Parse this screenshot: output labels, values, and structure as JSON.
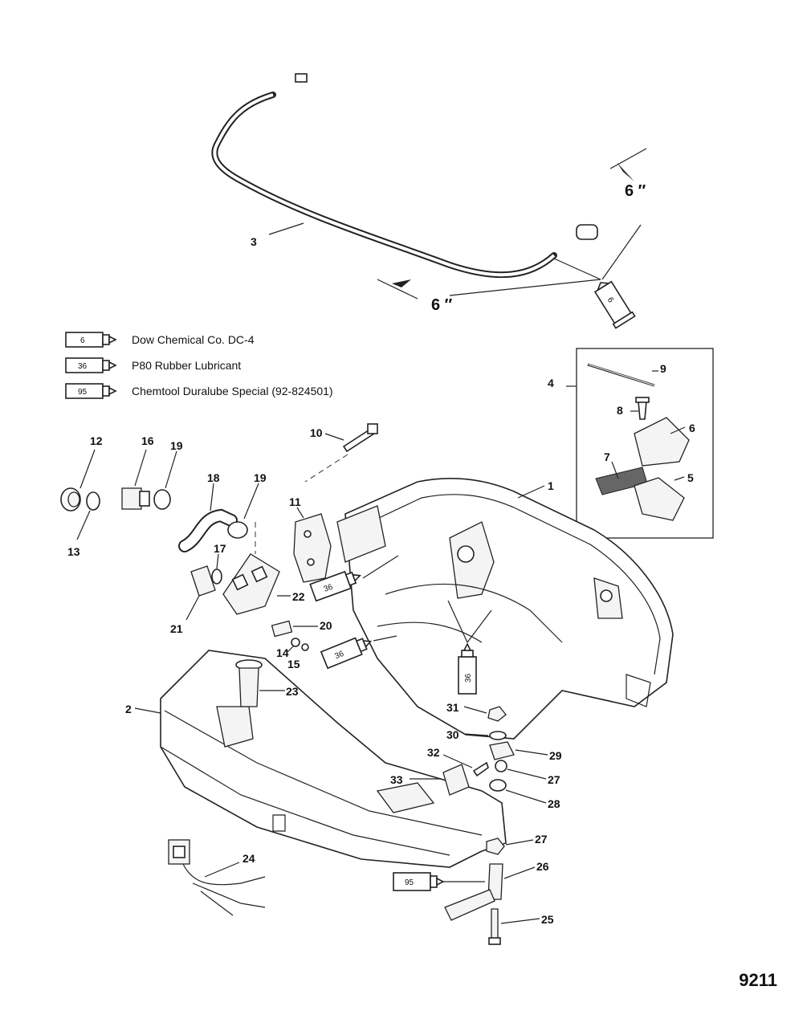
{
  "legend": [
    {
      "code": "6",
      "text": "Dow Chemical Co. DC-4"
    },
    {
      "code": "36",
      "text": "P80 Rubber Lubricant"
    },
    {
      "code": "95",
      "text": "Chemtool Duralube Special (92-824501)"
    }
  ],
  "dimension_label": "6 ″",
  "figure_number": "9211",
  "tube_codes": {
    "seal": "6",
    "lube": "36",
    "grease": "95"
  },
  "callouts": {
    "c1": "1",
    "c2": "2",
    "c3": "3",
    "c4": "4",
    "c5": "5",
    "c6": "6",
    "c7": "7",
    "c8": "8",
    "c9": "9",
    "c10": "10",
    "c11": "11",
    "c12": "12",
    "c13": "13",
    "c14": "14",
    "c15": "15",
    "c16": "16",
    "c17": "17",
    "c18": "18",
    "c19a": "19",
    "c19b": "19",
    "c20": "20",
    "c21": "21",
    "c22": "22",
    "c23": "23",
    "c24": "24",
    "c25": "25",
    "c26": "26",
    "c27a": "27",
    "c27b": "27",
    "c28": "28",
    "c29": "29",
    "c30": "30",
    "c31": "31",
    "c32": "32",
    "c33": "33"
  }
}
